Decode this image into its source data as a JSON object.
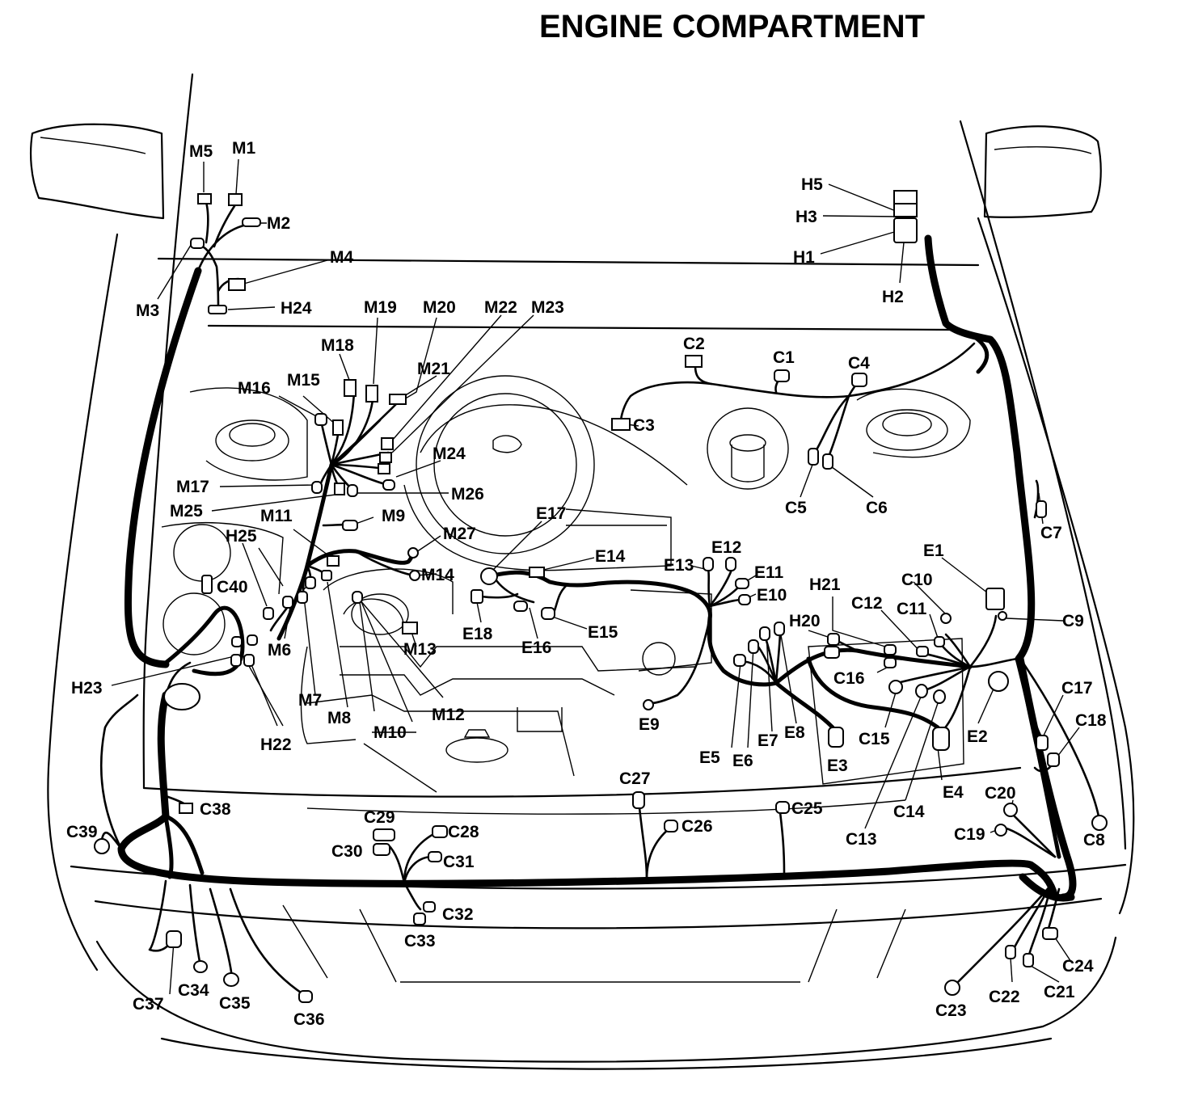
{
  "title": "ENGINE COMPARTMENT",
  "connectors": {
    "M1": "M1",
    "M2": "M2",
    "M3": "M3",
    "M4": "M4",
    "M5": "M5",
    "M6": "M6",
    "M7": "M7",
    "M8": "M8",
    "M9": "M9",
    "M10": "M10",
    "M11": "M11",
    "M12": "M12",
    "M13": "M13",
    "M14": "M14",
    "M15": "M15",
    "M16": "M16",
    "M17": "M17",
    "M18": "M18",
    "M19": "M19",
    "M20": "M20",
    "M21": "M21",
    "M22": "M22",
    "M23": "M23",
    "M24": "M24",
    "M25": "M25",
    "M26": "M26",
    "M27": "M27",
    "H1": "H1",
    "H2": "H2",
    "H3": "H3",
    "H5": "H5",
    "H20": "H20",
    "H21": "H21",
    "H22": "H22",
    "H23": "H23",
    "H24": "H24",
    "H25": "H25",
    "E1": "E1",
    "E2": "E2",
    "E3": "E3",
    "E4": "E4",
    "E5": "E5",
    "E6": "E6",
    "E7": "E7",
    "E8": "E8",
    "E9": "E9",
    "E10": "E10",
    "E11": "E11",
    "E12": "E12",
    "E13": "E13",
    "E14": "E14",
    "E15": "E15",
    "E16": "E16",
    "E17": "E17",
    "E18": "E18",
    "C1": "C1",
    "C2": "C2",
    "C3": "C3",
    "C4": "C4",
    "C5": "C5",
    "C6": "C6",
    "C7": "C7",
    "C8": "C8",
    "C9": "C9",
    "C10": "C10",
    "C11": "C11",
    "C12": "C12",
    "C13": "C13",
    "C14": "C14",
    "C15": "C15",
    "C16": "C16",
    "C17": "C17",
    "C18": "C18",
    "C19": "C19",
    "C20": "C20",
    "C21": "C21",
    "C22": "C22",
    "C23": "C23",
    "C24": "C24",
    "C25": "C25",
    "C26": "C26",
    "C27": "C27",
    "C28": "C28",
    "C29": "C29",
    "C30": "C30",
    "C31": "C31",
    "C32": "C32",
    "C33": "C33",
    "C34": "C34",
    "C35": "C35",
    "C36": "C36",
    "C37": "C37",
    "C38": "C38",
    "C39": "C39",
    "C40": "C40"
  }
}
